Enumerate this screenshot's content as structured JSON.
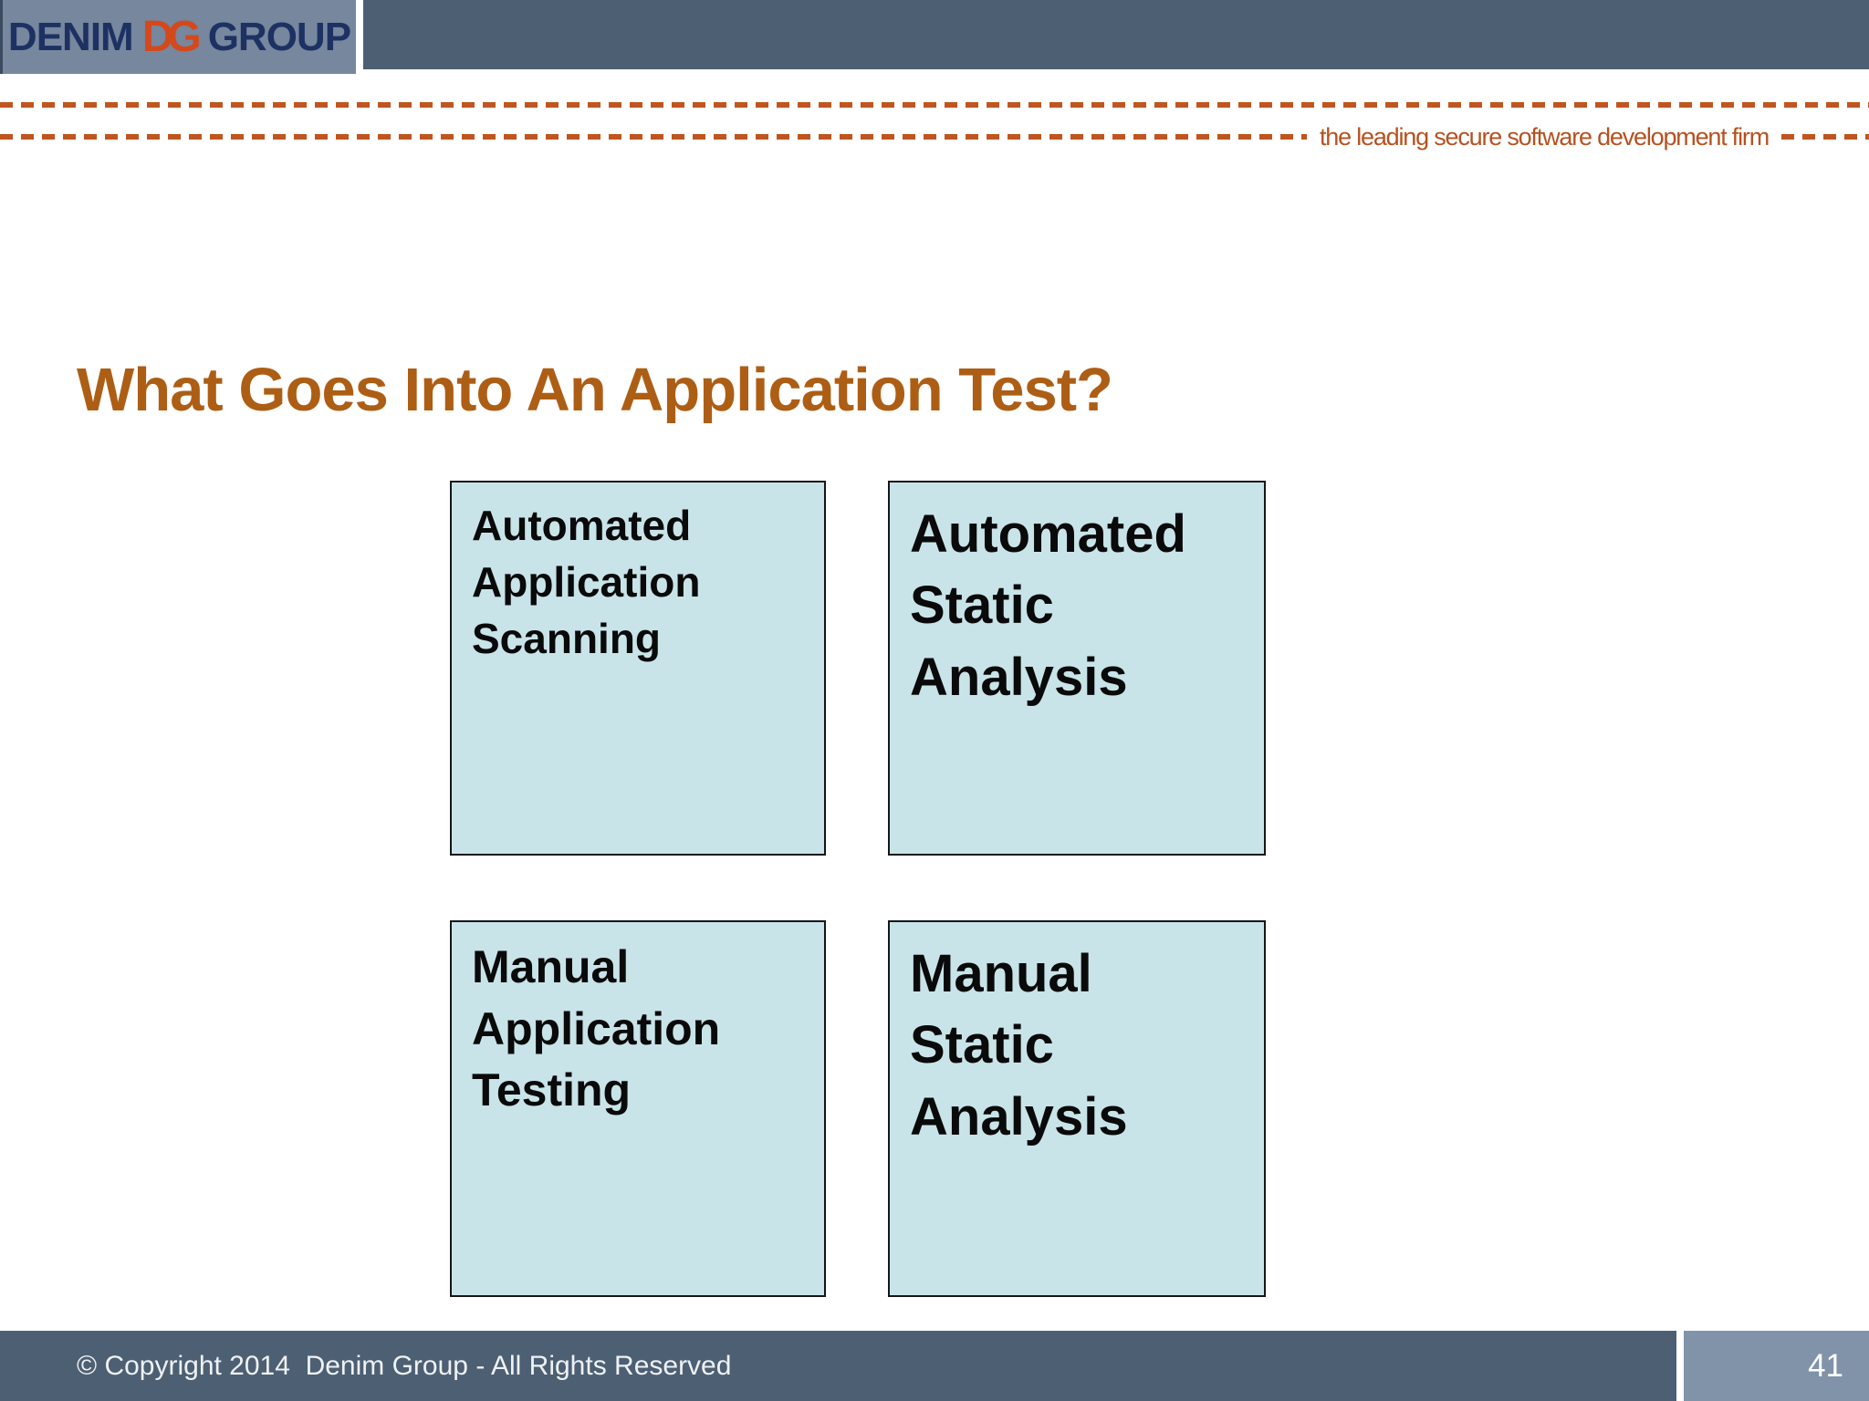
{
  "header": {
    "logo": {
      "denim": "DENIM",
      "monogram": "DG",
      "group": "GROUP"
    },
    "tagline": "the leading secure software development firm"
  },
  "slide": {
    "title": "What Goes Into An Application Test?",
    "boxes": [
      {
        "label": "Automated\nApplication\nScanning"
      },
      {
        "label": "Automated\nStatic\nAnalysis"
      },
      {
        "label": "Manual\nApplication\nTesting"
      },
      {
        "label": "Manual\nStatic\nAnalysis"
      }
    ]
  },
  "footer": {
    "copyright": "© Copyright 2014  Denim Group - All Rights Reserved",
    "page_number": "41"
  },
  "colors": {
    "title_orange": "#ad5e15",
    "dash_orange": "#c0551f",
    "tagline_orange": "#b8511f",
    "box_fill": "#c8e4e9",
    "bar_slate": "#4d5f73",
    "logo_block_bg": "#76879e",
    "page_box_bg": "#8093a9",
    "logo_navy": "#1d3263",
    "logo_orange": "#d4491c"
  }
}
